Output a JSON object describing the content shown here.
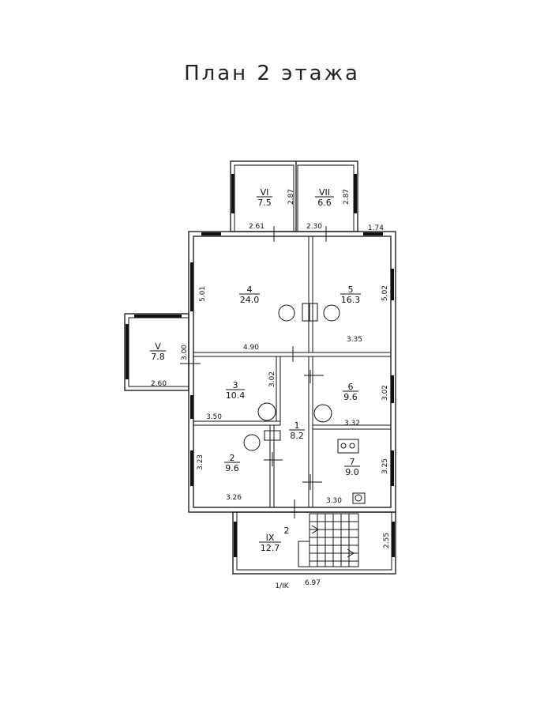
{
  "title": "План 2 этажа",
  "rooms": [
    {
      "id": "4",
      "area": "24.0"
    },
    {
      "id": "5",
      "area": "16.3"
    },
    {
      "id": "3",
      "area": "10.4"
    },
    {
      "id": "6",
      "area": "9.6"
    },
    {
      "id": "1",
      "area": "8.2"
    },
    {
      "id": "2",
      "area": "9.6"
    },
    {
      "id": "7",
      "area": "9.0"
    },
    {
      "id": "V",
      "area": "7.8"
    },
    {
      "id": "VI",
      "area": "7.5"
    },
    {
      "id": "VII",
      "area": "6.6"
    },
    {
      "id": "IX",
      "area": "12.7"
    }
  ],
  "dimensions": [
    "2.61",
    "2.30",
    "1.74",
    "2.87",
    "2.87",
    "5.01",
    "5.02",
    "4.90",
    "3.35",
    "3.00",
    "2.60",
    "3.02",
    "3.02",
    "3.50",
    "3.32",
    "3.23",
    "3.26",
    "3.25",
    "3.30",
    "2.55",
    "6.97"
  ],
  "stair_label": "2",
  "sheet_ref": "1/IK"
}
